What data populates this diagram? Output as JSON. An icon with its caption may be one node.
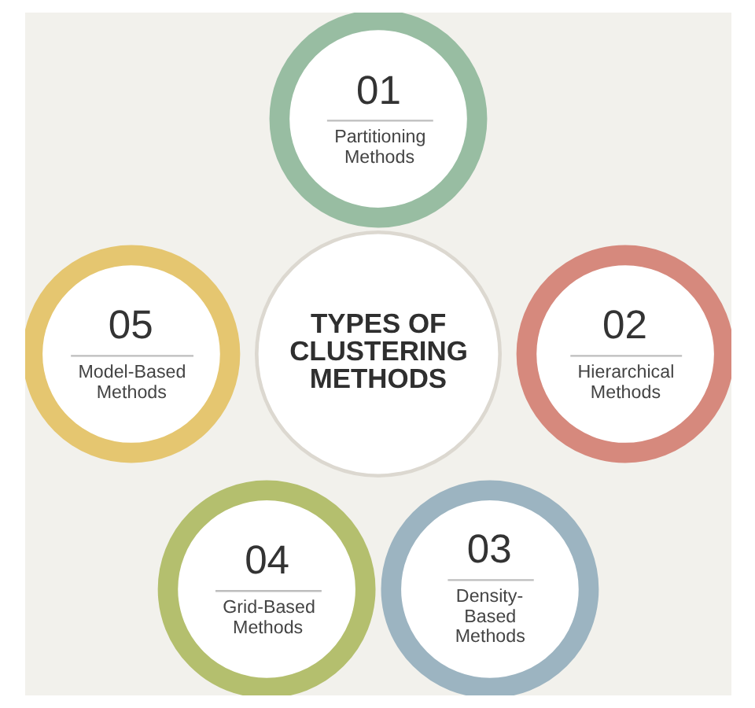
{
  "diagram": {
    "nodes": [
      {
        "text": [
          "TYPES OF CLUSTERING METHODS"
        ]
      },
      {
        "text": [
          "01",
          "Partitioning Methods"
        ]
      },
      {
        "text": [
          "02",
          "Hierarchical Methods"
        ]
      },
      {
        "text": [
          "03",
          "Density-Based Methods"
        ]
      },
      {
        "text": [
          "04",
          "Grid-Based Methods"
        ]
      },
      {
        "text": [
          "05",
          "Model-Based Methods"
        ]
      }
    ]
  }
}
